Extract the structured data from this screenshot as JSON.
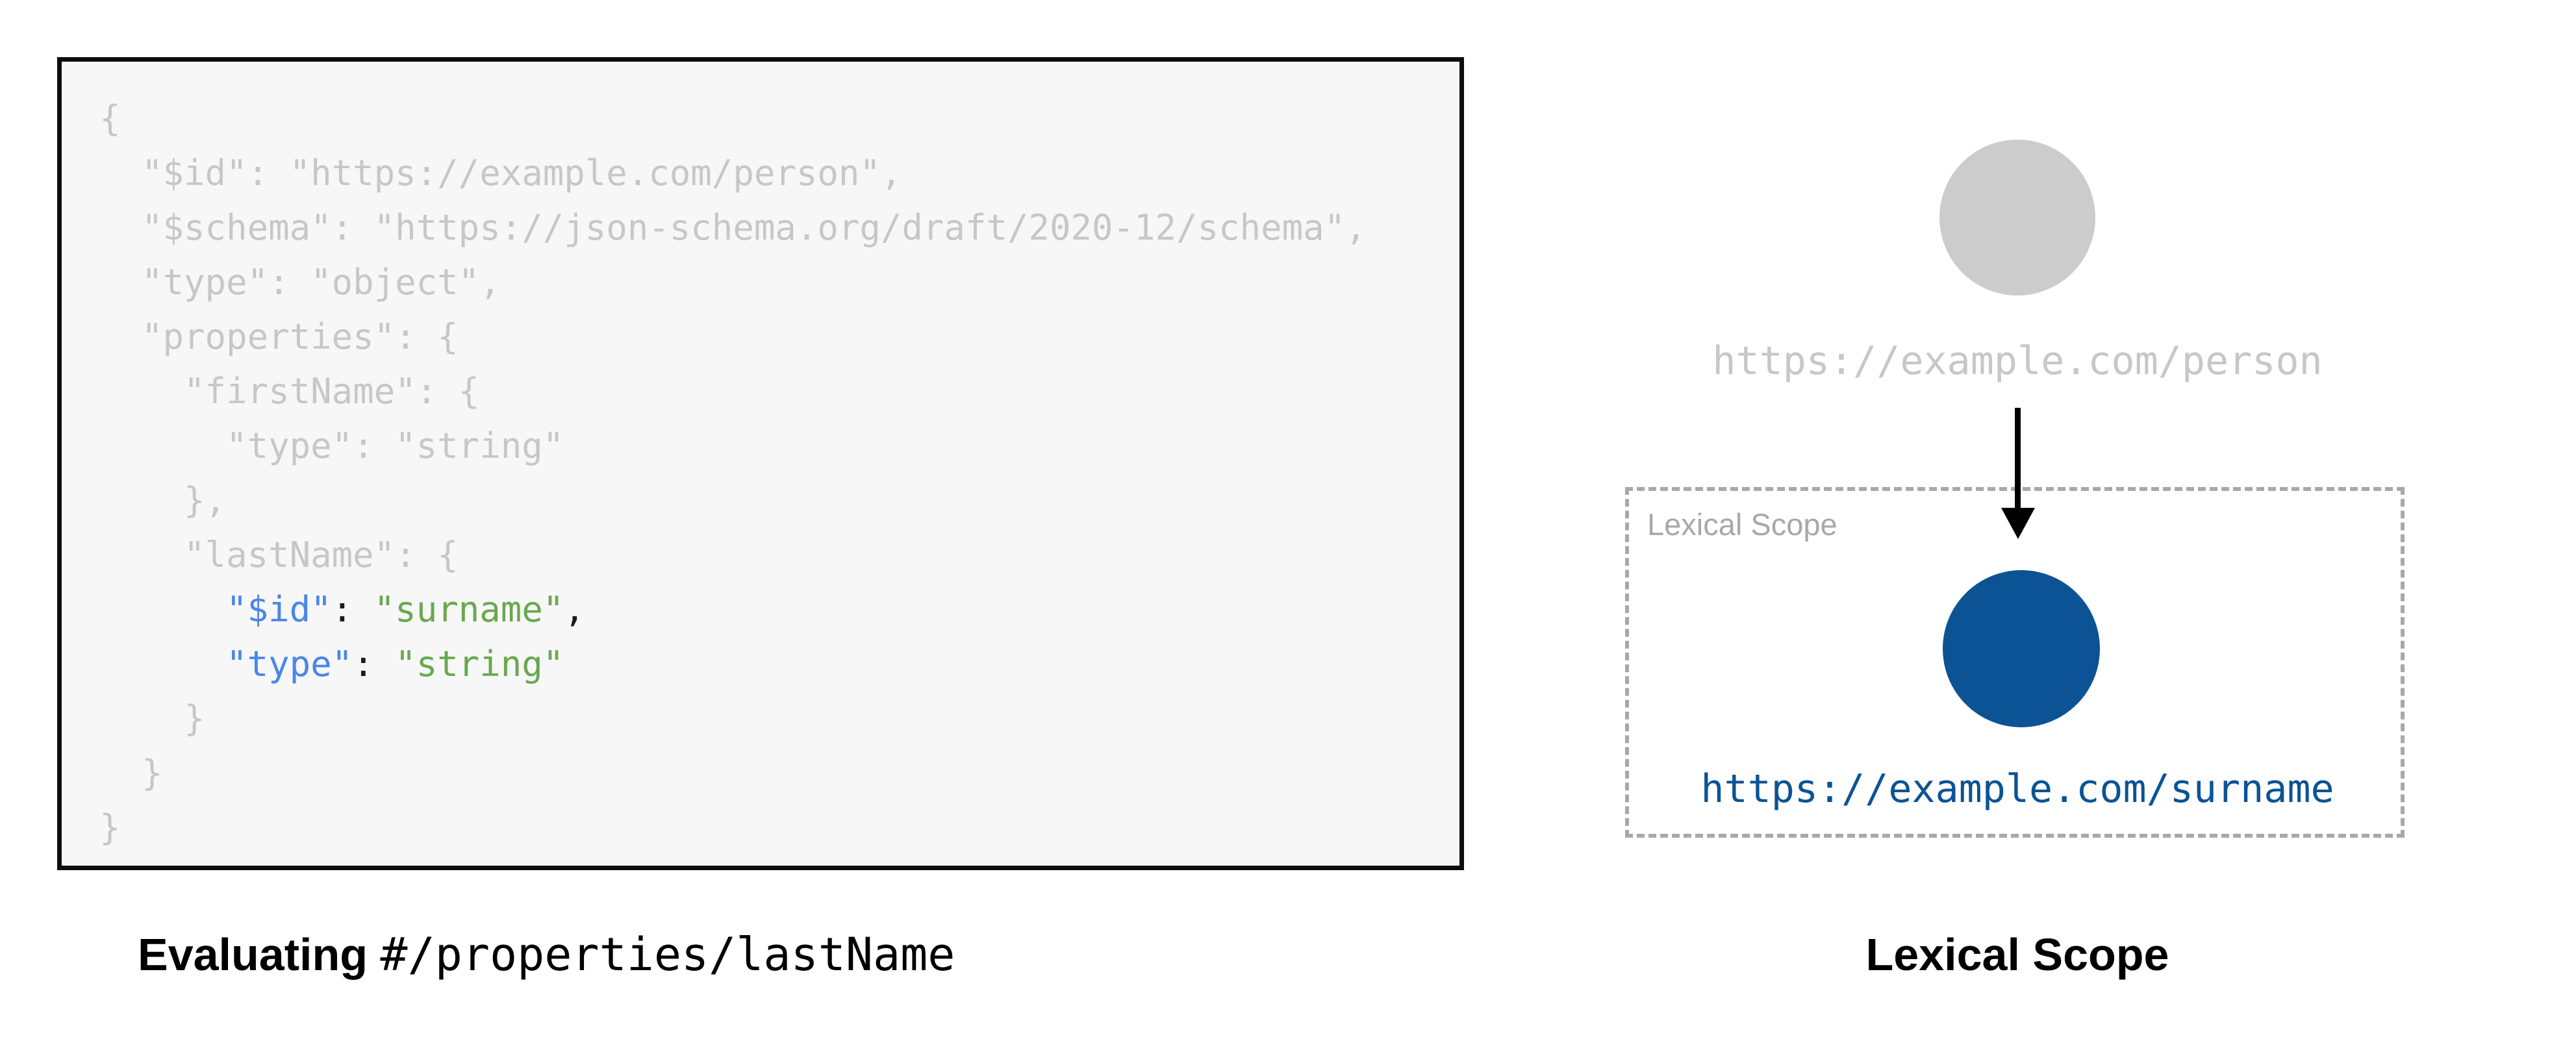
{
  "colors": {
    "code-bg": "#f7f7f7",
    "code-border": "#0d0d0d",
    "muted": "#c7c7c7",
    "key": "#4a86e8",
    "string": "#6aa84f",
    "plain": "#1a1a1a",
    "node-gray": "#cccccc",
    "scope-gray": "#a8a8a8",
    "accent": "#0b5394",
    "arrow": "#000000",
    "caption": "#000000"
  },
  "code": {
    "lines": [
      {
        "segments": [
          {
            "text": "{",
            "color": "muted"
          }
        ]
      },
      {
        "segments": [
          {
            "text": "  \"$id\": \"https://example.com/person\",",
            "color": "muted"
          }
        ]
      },
      {
        "segments": [
          {
            "text": "  \"$schema\": \"https://json-schema.org/draft/2020-12/schema\",",
            "color": "muted"
          }
        ]
      },
      {
        "segments": [
          {
            "text": "  \"type\": \"object\",",
            "color": "muted"
          }
        ]
      },
      {
        "segments": [
          {
            "text": "  \"properties\": {",
            "color": "muted"
          }
        ]
      },
      {
        "segments": [
          {
            "text": "    \"firstName\": {",
            "color": "muted"
          }
        ]
      },
      {
        "segments": [
          {
            "text": "      \"type\": \"string\"",
            "color": "muted"
          }
        ]
      },
      {
        "segments": [
          {
            "text": "    },",
            "color": "muted"
          }
        ]
      },
      {
        "segments": [
          {
            "text": "    \"lastName\": {",
            "color": "muted"
          }
        ]
      },
      {
        "segments": [
          {
            "text": "      ",
            "color": "muted"
          },
          {
            "text": "\"$id\"",
            "color": "key"
          },
          {
            "text": ": ",
            "color": "plain"
          },
          {
            "text": "\"surname\"",
            "color": "string"
          },
          {
            "text": ",",
            "color": "plain"
          }
        ]
      },
      {
        "segments": [
          {
            "text": "      ",
            "color": "muted"
          },
          {
            "text": "\"type\"",
            "color": "key"
          },
          {
            "text": ": ",
            "color": "plain"
          },
          {
            "text": "\"string\"",
            "color": "string"
          }
        ]
      },
      {
        "segments": [
          {
            "text": "    }",
            "color": "muted"
          }
        ]
      },
      {
        "segments": [
          {
            "text": "  }",
            "color": "muted"
          }
        ]
      },
      {
        "segments": [
          {
            "text": "}",
            "color": "muted"
          }
        ]
      }
    ]
  },
  "diagram": {
    "person_uri": "https://example.com/person",
    "scope_box_label": "Lexical Scope",
    "surname_uri": "https://example.com/surname"
  },
  "captions": {
    "left_bold": "Evaluating ",
    "left_mono": "#/properties/lastName",
    "right": "Lexical Scope"
  }
}
